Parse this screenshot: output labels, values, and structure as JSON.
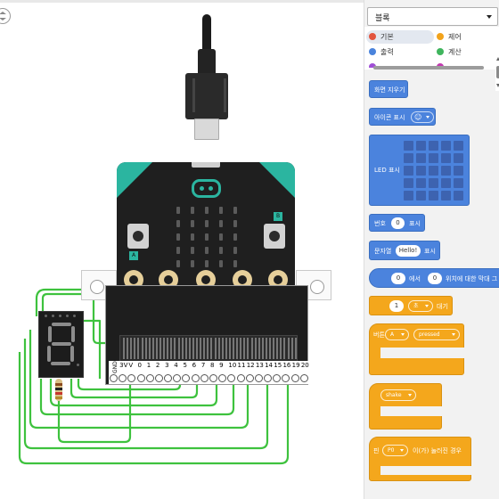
{
  "toolbox": {
    "category_select": "블록",
    "categories": [
      {
        "label": "기본",
        "color": "#e2543e",
        "active": true
      },
      {
        "label": "제어",
        "color": "#f2a31b",
        "active": false
      },
      {
        "label": "출력",
        "color": "#4a83dc",
        "active": false
      },
      {
        "label": "계산",
        "color": "#3fb55d",
        "active": false
      }
    ],
    "blocks": {
      "clear_screen": "화면 지우기",
      "show_icon": "아이콘 표시",
      "show_leds": "LED 표시",
      "show_number": "번호",
      "show_number_value": "0",
      "show_number_suffix": "표시",
      "show_string": "문자열",
      "show_string_value": "Hello!",
      "show_string_suffix": "표시",
      "plot_x": "0",
      "plot_mid": "에서",
      "plot_y": "0",
      "plot_tail": "위치에 대한 막대 그",
      "pause_value": "1",
      "pause_unit": "초",
      "pause_label": "대기",
      "on_button_prefix": "버튼",
      "on_button_value": "A",
      "on_button_event": "pressed",
      "on_gesture_value": "shake",
      "on_pin_prefix": "핀",
      "on_pin_value": "P0",
      "on_pin_suffix": "이(가) 눌러진 경우"
    }
  },
  "board": {
    "pin_labels": [
      "GND",
      "3V",
      "V",
      "0",
      "1",
      "2",
      "3",
      "4",
      "5",
      "6",
      "7",
      "8",
      "9",
      "10",
      "11",
      "12",
      "13",
      "14",
      "15",
      "16",
      "19",
      "20"
    ],
    "button_a": "A",
    "button_b": "B"
  },
  "colors": {
    "microbit_accent": "#2bb5a0",
    "wire": "#3ec23e",
    "blue_block": "#4b83dd",
    "orange_block": "#f4a71c"
  }
}
